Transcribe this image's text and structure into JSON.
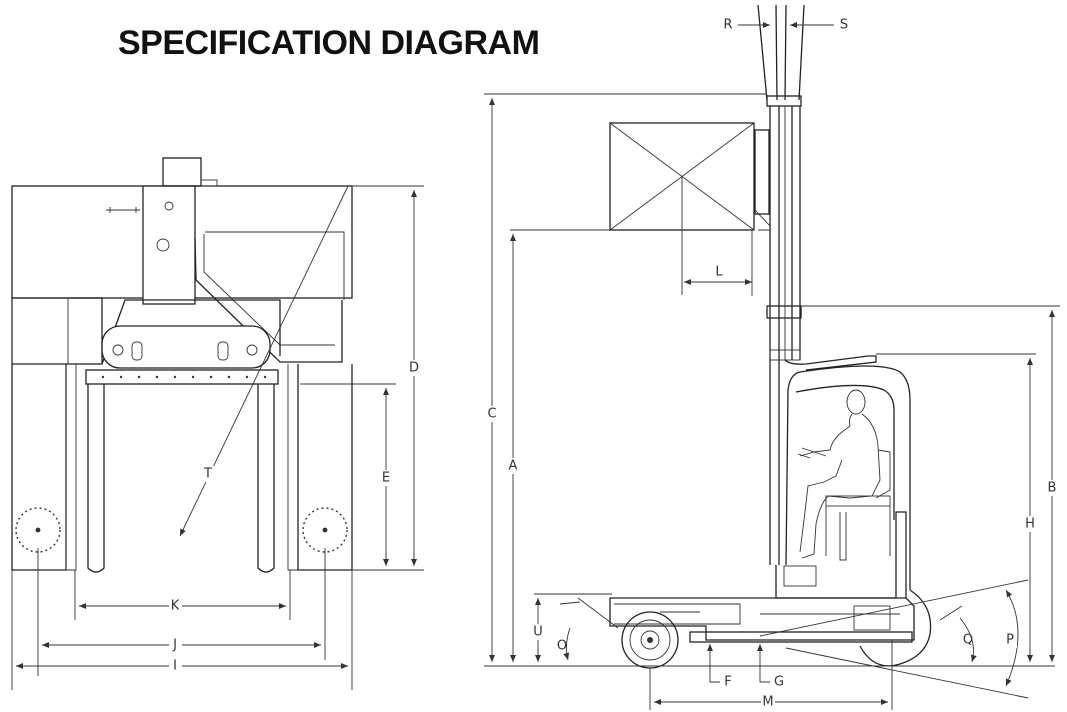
{
  "title": "SPECIFICATION DIAGRAM",
  "dimension_labels": {
    "A": "A",
    "B": "B",
    "C": "C",
    "D": "D",
    "E": "E",
    "F": "F",
    "G": "G",
    "H": "H",
    "I": "I",
    "J": "J",
    "K": "K",
    "L": "L",
    "M": "M",
    "O": "O",
    "P": "P",
    "Q": "Q",
    "R": "R",
    "S": "S",
    "T": "T",
    "U": "U"
  }
}
